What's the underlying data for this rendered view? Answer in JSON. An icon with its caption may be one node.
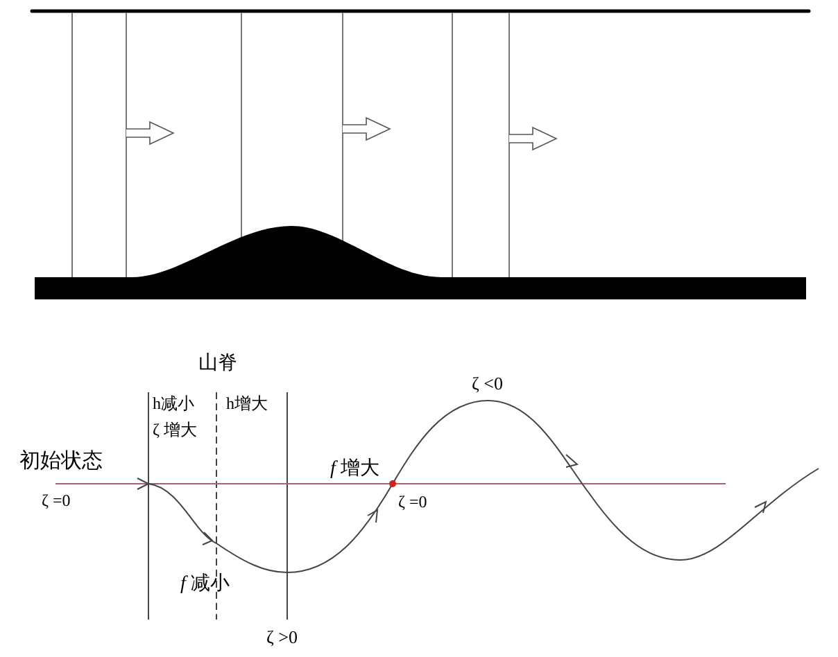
{
  "diagram": {
    "labels": [
      "山脊",
      "ζ <0",
      "h减小",
      "ζ 增大",
      "h增大",
      "初始状态",
      "*f* 增大",
      "ζ =0",
      "ζ =0",
      "*f* 减小",
      "ζ >0"
    ]
  }
}
